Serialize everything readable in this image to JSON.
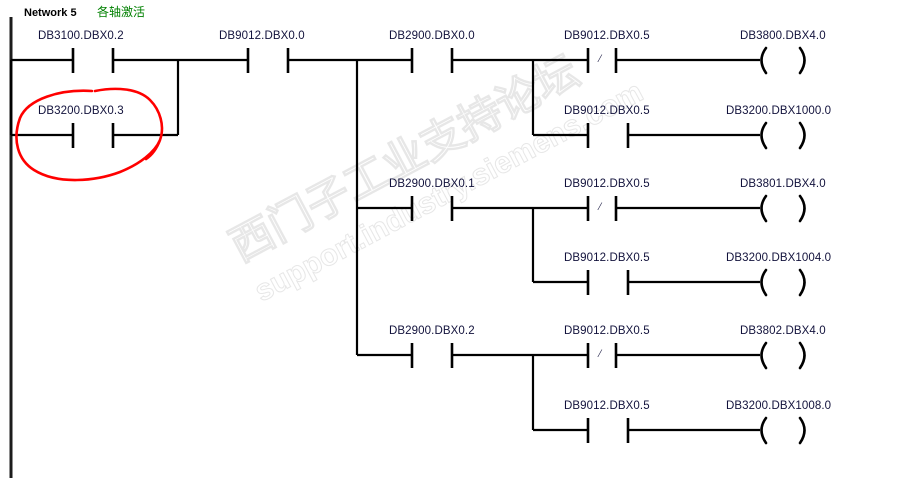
{
  "header": {
    "network_label": "Network 5",
    "comment": "各轴激活"
  },
  "watermark": {
    "line1": "西门子工业支持论坛",
    "line2": "support.industry.siemens.com"
  },
  "colors": {
    "wire": "#000000",
    "label_text": "#12123c",
    "comment_green": "#008000",
    "annotation_red": "#ff0000",
    "watermark_gray": "#e2e2e2"
  },
  "annotation": {
    "type": "hand-drawn-ellipse",
    "color": "#ff0000",
    "encircles": "DB3200.DBX0.3"
  },
  "rungs": [
    {
      "id": "rung-1",
      "contacts": [
        {
          "label": "DB3100.DBX0.2",
          "type": "normally-open"
        },
        {
          "label": "DB9012.DBX0.0",
          "type": "normally-open"
        },
        {
          "label": "DB2900.DBX0.0",
          "type": "normally-open"
        },
        {
          "label": "DB9012.DBX0.5",
          "type": "normally-closed"
        }
      ],
      "coil": {
        "label": "DB3800.DBX4.0",
        "type": "coil"
      }
    },
    {
      "id": "rung-2",
      "contacts": [
        {
          "label": "DB9012.DBX0.5",
          "type": "normally-open"
        }
      ],
      "coil": {
        "label": "DB3200.DBX1000.0",
        "type": "coil"
      }
    },
    {
      "id": "rung-3",
      "contacts": [
        {
          "label": "DB2900.DBX0.1",
          "type": "normally-open"
        },
        {
          "label": "DB9012.DBX0.5",
          "type": "normally-closed"
        }
      ],
      "coil": {
        "label": "DB3801.DBX4.0",
        "type": "coil"
      }
    },
    {
      "id": "rung-4",
      "contacts": [
        {
          "label": "DB9012.DBX0.5",
          "type": "normally-open"
        }
      ],
      "coil": {
        "label": "DB3200.DBX1004.0",
        "type": "coil"
      }
    },
    {
      "id": "rung-5",
      "contacts": [
        {
          "label": "DB2900.DBX0.2",
          "type": "normally-open"
        },
        {
          "label": "DB9012.DBX0.5",
          "type": "normally-closed"
        }
      ],
      "coil": {
        "label": "DB3802.DBX4.0",
        "type": "coil"
      }
    },
    {
      "id": "rung-6",
      "contacts": [
        {
          "label": "DB9012.DBX0.5",
          "type": "normally-open"
        }
      ],
      "coil": {
        "label": "DB3200.DBX1008.0",
        "type": "coil"
      }
    }
  ],
  "branch": {
    "id": "parallel-branch",
    "contact": {
      "label": "DB3200.DBX0.3",
      "type": "normally-open"
    }
  },
  "symbols": {
    "nc_slash": "/"
  }
}
